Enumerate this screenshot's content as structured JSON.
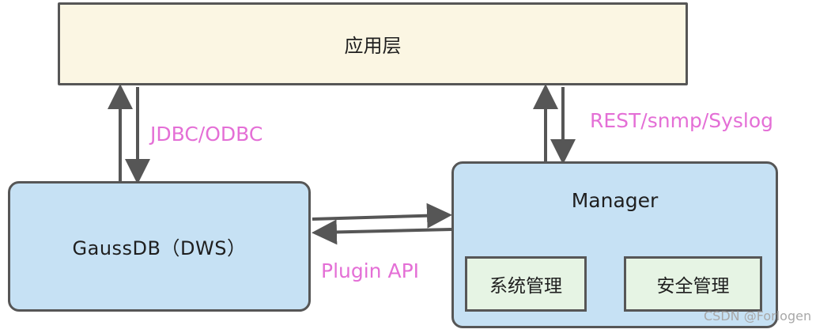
{
  "app_layer": {
    "label": "应用层"
  },
  "gaussdb": {
    "label": "GaussDB（DWS）"
  },
  "manager": {
    "title": "Manager",
    "modules": [
      "系统管理",
      "安全管理"
    ]
  },
  "connections": {
    "jdbc": "JDBC/ODBC",
    "rest": "REST/snmp/Syslog",
    "plugin": "Plugin API"
  },
  "watermark": "CSDN @Forlogen",
  "colors": {
    "app_fill": "#fbf6e3",
    "box_fill": "#c6e1f4",
    "module_fill": "#e6f4e4",
    "border": "#565656",
    "label": "#e46fd6"
  }
}
